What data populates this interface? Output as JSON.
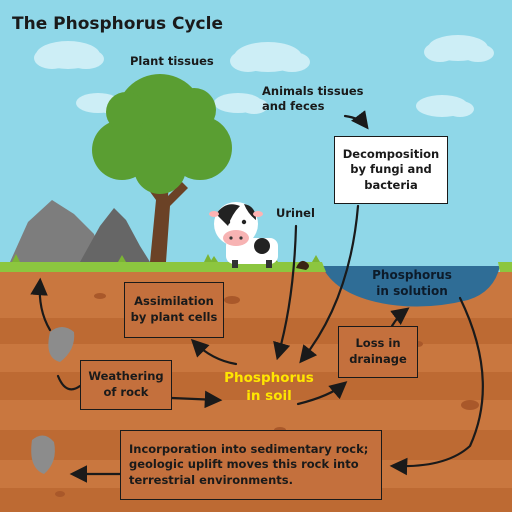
{
  "title": "The Phosphorus Cycle",
  "labels": {
    "plant_tissues": "Plant tissues",
    "animal_tissues": "Animals tissues\nand feces",
    "urine": "Urinel",
    "phosphorus_solution": "Phosphorus\nin solution",
    "phosphorus_soil": "Phosphorus\nin soil"
  },
  "boxes": {
    "decomposition": "Decomposition\nby fungi and\nbacteria",
    "assimilation": "Assimilation\nby plant cells",
    "loss_drainage": "Loss in\ndrainage",
    "weathering": "Weathering\nof rock",
    "incorporation": "Incorporation into sedimentary rock;\ngeologic uplift moves this rock into\nterrestrial environments."
  },
  "colors": {
    "sky": "#8fd7e8",
    "grass": "#8cc63f",
    "soil_top": "#c9773f",
    "soil_band": "#b8652f",
    "water": "#2f6d96",
    "soil_text": "#ffe600"
  }
}
